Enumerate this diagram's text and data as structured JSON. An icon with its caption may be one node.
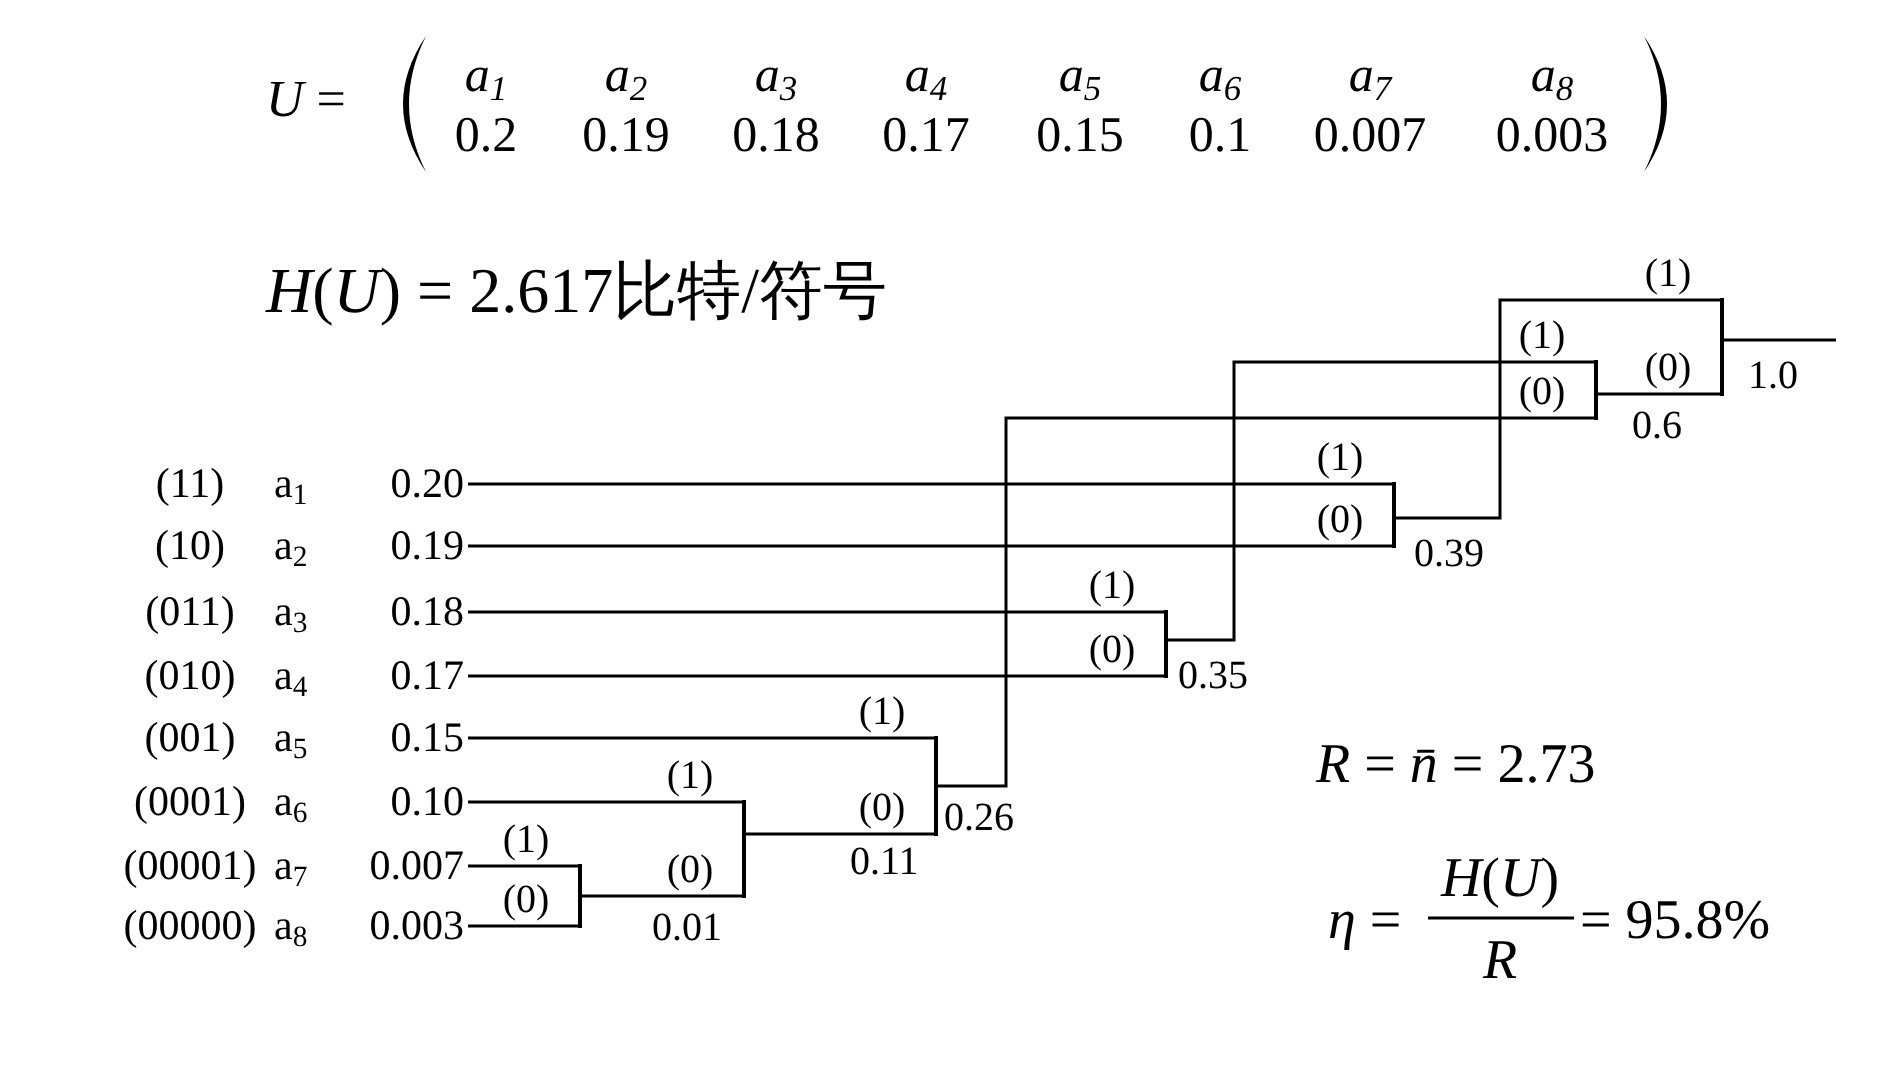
{
  "diagram": {
    "nodes": [
      {
        "text": [
          "(11)",
          "a$_{1}$",
          "0.20"
        ]
      },
      {
        "text": [
          "(10)",
          "a$_{2}$",
          "0.19"
        ]
      },
      {
        "text": [
          "(011)",
          "a$_{3}$",
          "0.18"
        ]
      },
      {
        "text": [
          "(010)",
          "a$_{4}$",
          "0.17"
        ]
      },
      {
        "text": [
          "(001)",
          "a$_{5}$",
          "0.15"
        ]
      },
      {
        "text": [
          "(0001)",
          "a$_{6}$",
          "0.10"
        ]
      },
      {
        "text": [
          "(00001)",
          "a$_{7}$",
          "0.007"
        ]
      },
      {
        "text": [
          "(00000)",
          "a$_{8}$",
          "0.003"
        ]
      },
      {
        "text": [],
        "shape": "bar"
      },
      {
        "text": [],
        "shape": "bar"
      },
      {
        "text": [],
        "shape": "bar",
        "beside": [
          "0.26"
        ]
      },
      {
        "text": [],
        "shape": "bar",
        "beside": [
          "0.35"
        ]
      },
      {
        "text": [],
        "shape": "bar",
        "beside": [
          "0.39"
        ]
      },
      {
        "text": [],
        "shape": "bar",
        "beside": [
          "0.6"
        ]
      },
      {
        "text": [],
        "shape": "bar",
        "beside": [
          "1.0"
        ]
      }
    ],
    "edges": [
      {
        "from": 6,
        "to": 8,
        "arrow": "none",
        "label": "(1)"
      },
      {
        "from": 7,
        "to": 8,
        "arrow": "none",
        "label": "(0)"
      },
      {
        "from": 5,
        "to": 9,
        "arrow": "none",
        "label": "(1)"
      },
      {
        "from": 8,
        "to": 9,
        "arrow": "none",
        "label": "(0)"
      },
      {
        "from": 4,
        "to": 10,
        "arrow": "none",
        "label": "(1)"
      },
      {
        "from": 9,
        "to": 10,
        "arrow": "none",
        "label": "(0)"
      },
      {
        "from": 2,
        "to": 11,
        "arrow": "none",
        "label": "(1)"
      },
      {
        "from": 3,
        "to": 11,
        "arrow": "none",
        "label": "(0)"
      },
      {
        "from": 0,
        "to": 12,
        "arrow": "none",
        "label": "(1)"
      },
      {
        "from": 1,
        "to": 12,
        "arrow": "none",
        "label": "(0)"
      },
      {
        "from": 11,
        "to": 13,
        "arrow": "none",
        "label": "(1)"
      },
      {
        "from": 10,
        "to": 13,
        "arrow": "none",
        "label": "(0)"
      },
      {
        "from": 12,
        "to": 14,
        "arrow": "none",
        "label": "(1)"
      },
      {
        "from": 13,
        "to": 14,
        "arrow": "none",
        "label": "(0)"
      },
      {
        "from": 14,
        "to": null,
        "arrow": "none"
      }
    ],
    "labels": [
      "*U* =",
      "a$_{1}$",
      "a$_{2}$",
      "a$_{3}$",
      "a$_{4}$",
      "a$_{5}$",
      "a$_{6}$",
      "a$_{7}$",
      "a$_{8}$",
      "0.2",
      "0.19",
      "0.18",
      "0.17",
      "0.15",
      "0.1",
      "0.007",
      "0.003",
      "*H*(*U*) = 2.617比特/符号",
      "*R* = *n̄* = 2.73",
      "0.11",
      "0.01",
      "*η* =",
      "*H*(*U*)",
      "*R*",
      "= 95.8%"
    ]
  }
}
